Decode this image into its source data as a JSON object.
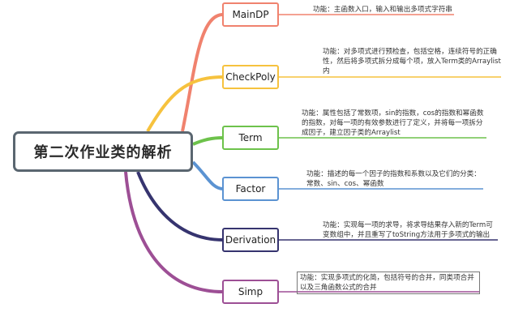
{
  "root": {
    "label": "第二次作业类的解析"
  },
  "branches": [
    {
      "id": "maindp",
      "label": "MainDP",
      "color": "#f0826e",
      "desc": "功能：主函数入口，输入和输出多项式字符串"
    },
    {
      "id": "checkpoly",
      "label": "CheckPoly",
      "color": "#f6c23e",
      "desc": "功能：对多项式进行预检查，包括空格，连续符号的正确性，然后将多项式拆分成每个项，放入Term类的Arraylist内"
    },
    {
      "id": "term",
      "label": "Term",
      "color": "#6dc24b",
      "desc": "功能：属性包括了常数项，sin的指数，cos的指数和幂函数的指数，对每一项的有效参数进行了定义，并将每一项拆分成因子，建立因子类的Arraylist"
    },
    {
      "id": "factor",
      "label": "Factor",
      "color": "#5b93d2",
      "desc": "功能：描述的每一个因子的指数和系数以及它们的分类：常数、sin、cos、幂函数"
    },
    {
      "id": "derivation",
      "label": "Derivation",
      "color": "#36346f",
      "desc": "功能：实现每一项的求导，将求导结果存入新的Term可变数组中，并且重写了toString方法用于多项式的输出"
    },
    {
      "id": "simp",
      "label": "Simp",
      "color": "#9d4f95",
      "desc": "功能：实现多项式的化简，包括符号的合并，同类项合并以及三角函数公式的合并"
    }
  ]
}
